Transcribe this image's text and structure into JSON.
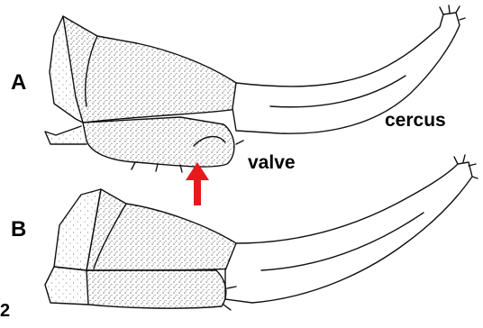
{
  "figure": {
    "panels": [
      {
        "label": "A"
      },
      {
        "label": "B"
      }
    ],
    "annotations": {
      "cercus": "cercus",
      "valve": "valve"
    },
    "figure_number_fragment": "2",
    "arrow_color": "#e8191c",
    "line_color": "#111111"
  }
}
